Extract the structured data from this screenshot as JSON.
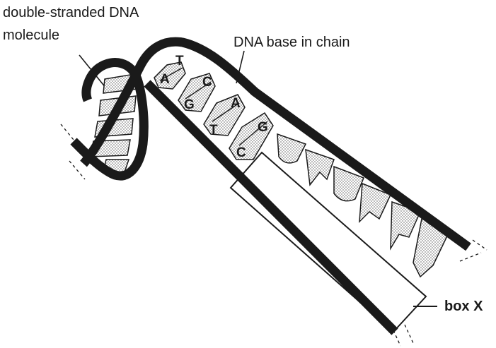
{
  "labels": {
    "molecule_line1": "double-stranded DNA",
    "molecule_line2": "molecule",
    "base_in_chain": "DNA base in chain",
    "box": "box X"
  },
  "base_pairs": [
    {
      "left": "A",
      "right": "T"
    },
    {
      "left": "G",
      "right": "C"
    },
    {
      "left": "T",
      "right": "A"
    },
    {
      "left": "C",
      "right": "G"
    }
  ],
  "colors": {
    "ink": "#1a1a1a",
    "background": "#ffffff",
    "stipple": "#9a9a9a"
  }
}
